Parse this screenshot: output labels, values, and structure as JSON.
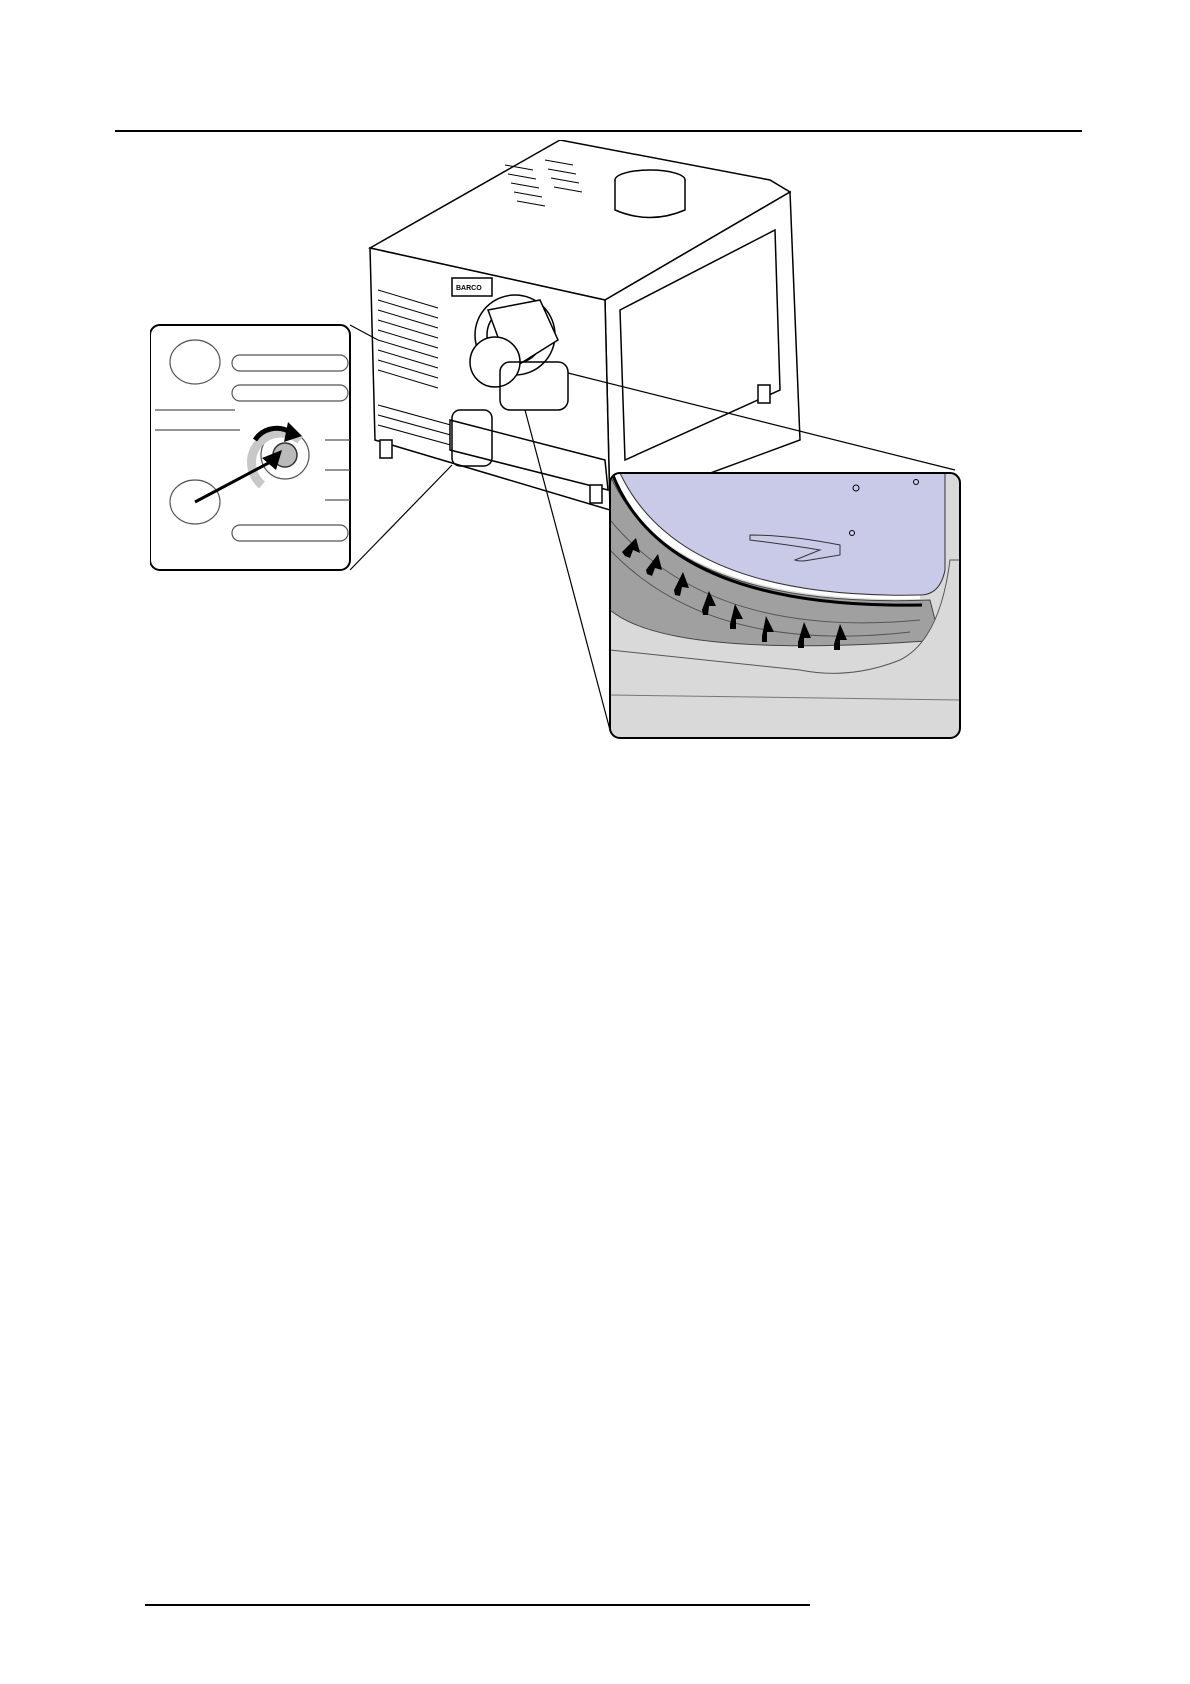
{
  "page": {
    "background": "#ffffff",
    "rule_color": "#000000"
  },
  "figure": {
    "projector_brand": "BARCO",
    "icons": [
      "projector-illustration",
      "detail-inset-bottom-screw",
      "detail-inset-lens-seal",
      "rotation-arrow-icon",
      "pointer-arrow-icon",
      "upward-arrow-icon"
    ],
    "colors": {
      "line": "#000000",
      "lens_face": "#c9c9e8",
      "seal_gray": "#a0a0a0",
      "body_gray": "#d9d9d9"
    }
  }
}
